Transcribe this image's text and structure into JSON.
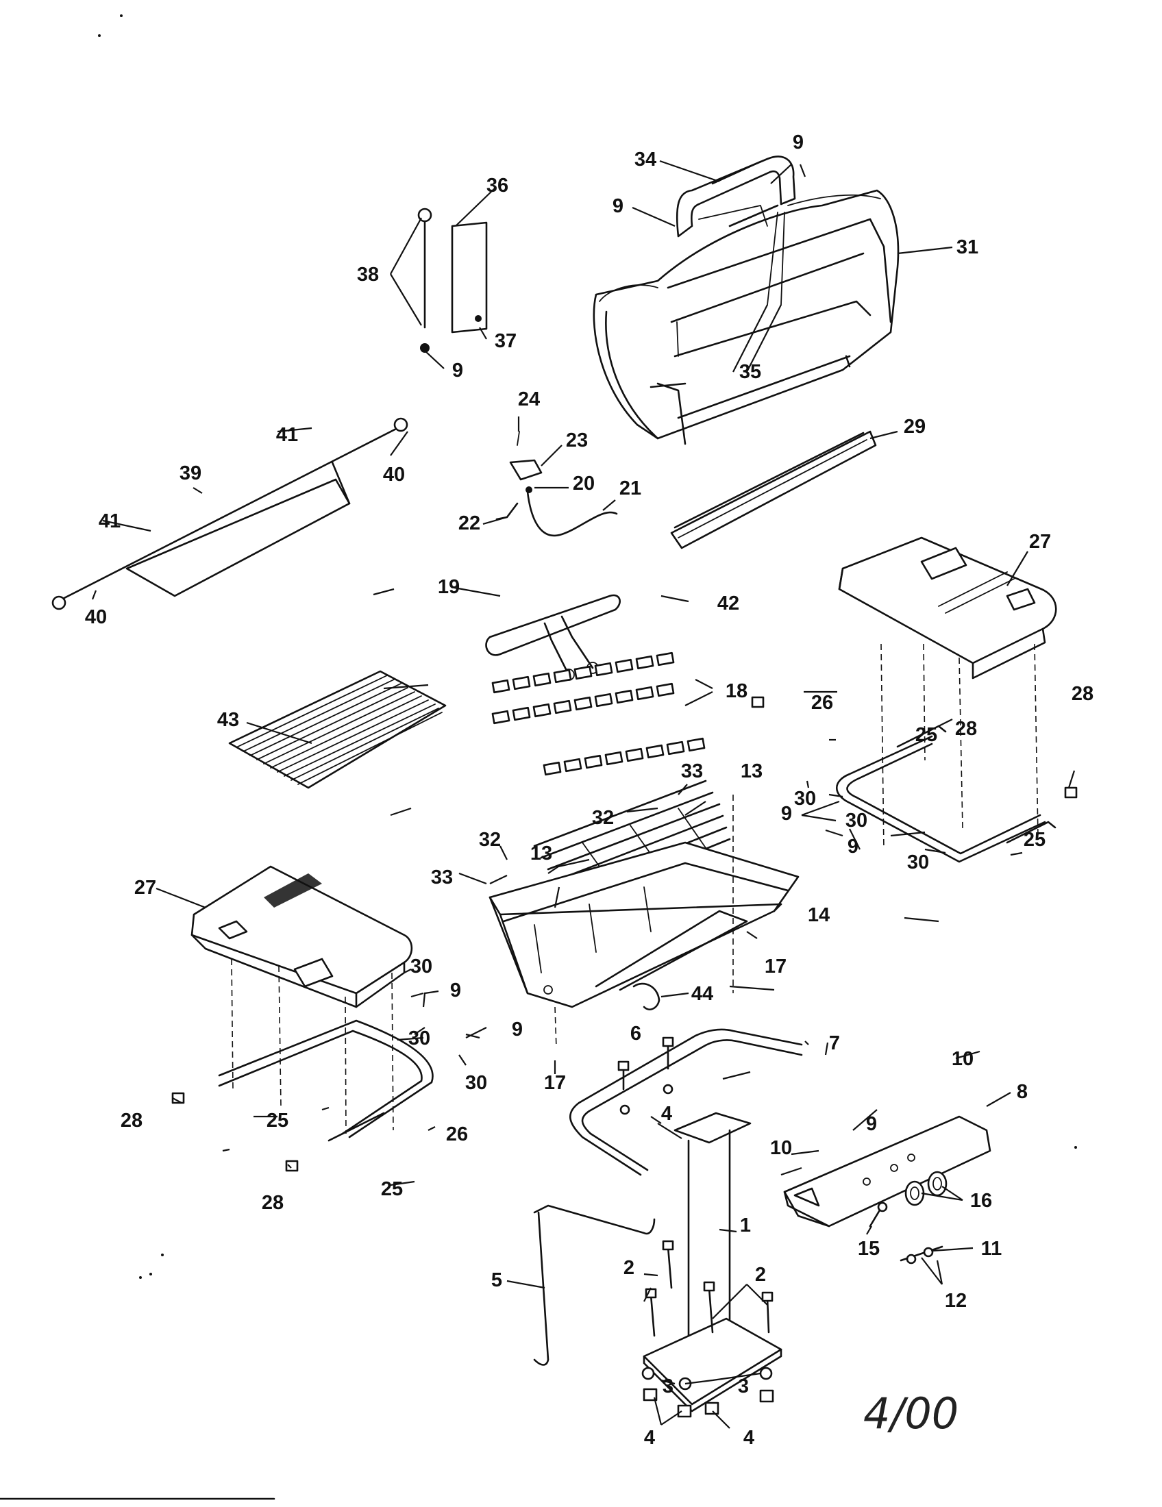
{
  "diagram": {
    "date_mark": "4/00",
    "callouts": [
      "1",
      "2",
      "3",
      "4",
      "5",
      "6",
      "7",
      "8",
      "9",
      "10",
      "11",
      "12",
      "13",
      "14",
      "15",
      "16",
      "17",
      "18",
      "19",
      "20",
      "21",
      "22",
      "23",
      "24",
      "25",
      "26",
      "27",
      "28",
      "29",
      "30",
      "31",
      "32",
      "33",
      "34",
      "35",
      "36",
      "37",
      "38",
      "39",
      "40",
      "41",
      "42",
      "43",
      "44"
    ]
  }
}
